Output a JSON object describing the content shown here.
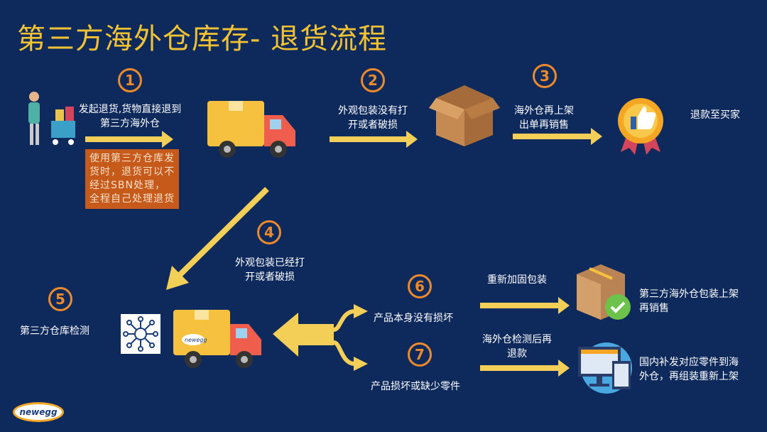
{
  "title": "第三方海外仓库存- 退货流程",
  "steps": {
    "s1": "1",
    "s2": "2",
    "s3": "3",
    "s4": "4",
    "s5": "5",
    "s6": "6",
    "s7": "7"
  },
  "labels": {
    "initiate": "发起退货,货物直接退到第三方海外仓",
    "note": "使用第三方仓库发货时，退货可以不经过SBN处理，全程自己处理退货",
    "intact": "外观包装没有打开或者破损",
    "reshelf": "海外仓再上架出单再销售",
    "refund": "退款至买家",
    "opened": "外观包装已经打开或者破损",
    "inspect": "第三方仓库检测",
    "no_damage": "产品本身没有损坏",
    "repack": "重新加固包装",
    "repack_result": "第三方海外仓包装上架再销售",
    "damaged": "产品损坏或缺少零件",
    "check_refund": "海外仓检测后再退款",
    "parts_result": "国内补发对应零件到海外仓，再组装重新上架"
  },
  "logo": "newegg",
  "colors": {
    "bg": "#0e2a5c",
    "title": "#f3c232",
    "number": "#ef8a2a",
    "arrow": "#f4cf57",
    "note": "#c65a1b"
  }
}
